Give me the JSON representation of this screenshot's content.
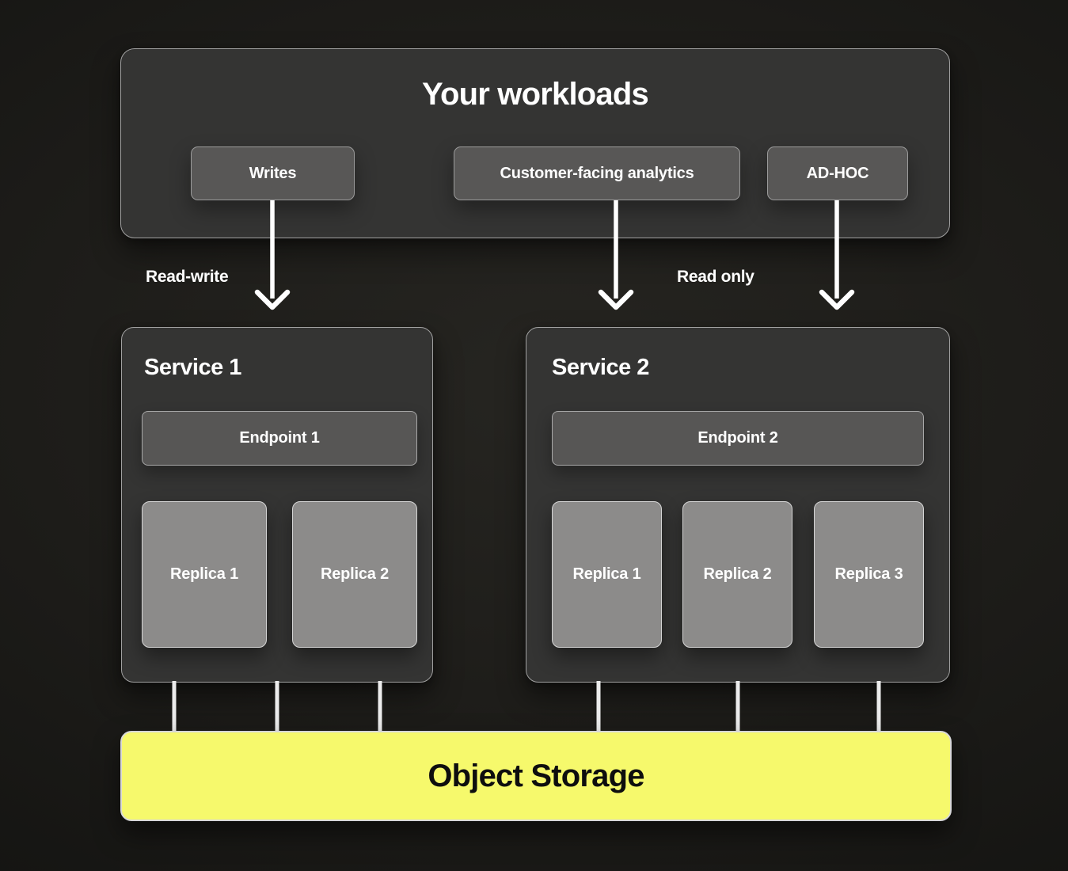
{
  "diagram": {
    "workloads": {
      "title": "Your workloads",
      "nodes": [
        {
          "label": "Writes"
        },
        {
          "label": "Customer-facing analytics"
        },
        {
          "label": "AD-HOC"
        }
      ]
    },
    "edge_labels": [
      {
        "label": "Read-write"
      },
      {
        "label": "Read only"
      }
    ],
    "services": [
      {
        "title": "Service 1",
        "endpoint": "Endpoint 1",
        "replicas": [
          {
            "label": "Replica 1"
          },
          {
            "label": "Replica 2"
          }
        ]
      },
      {
        "title": "Service 2",
        "endpoint": "Endpoint 2",
        "replicas": [
          {
            "label": "Replica 1"
          },
          {
            "label": "Replica 2"
          },
          {
            "label": "Replica 3"
          }
        ]
      }
    ],
    "storage": {
      "label": "Object Storage"
    },
    "colors": {
      "background_center": "#262521",
      "background_edge": "#131311",
      "panel_fill": "#343433",
      "panel_border": "#a1a1a1",
      "node_fill": "#585756",
      "node_border": "#9b9b9b",
      "endpoint_fill": "#575655",
      "endpoint_border": "#a8a8a8",
      "replica_fill": "#8c8b8a",
      "replica_border": "#d5d5d5",
      "storage_fill": "#f6f96c",
      "storage_border": "#d8d8d8",
      "storage_text": "#0e0e0e",
      "arrow": "#ffffff",
      "connector": "#ececec",
      "text": "#ffffff"
    }
  }
}
